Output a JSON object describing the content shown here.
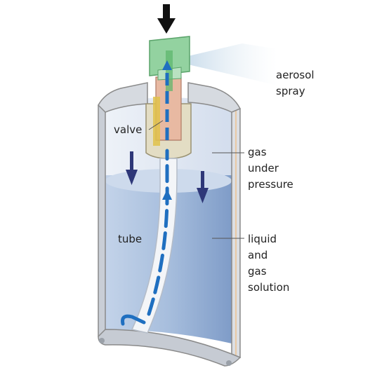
{
  "labels": {
    "aerosol_spray": "aerosol\nspray",
    "valve": "valve",
    "gas_under_pressure": "gas\nunder\npressure",
    "tube": "tube",
    "liquid_solution": "liquid\nand\ngas\nsolution"
  },
  "colors": {
    "can_outline": "#8a8a8a",
    "can_wall": "#d2d6dc",
    "gas_region": "#e6ecf4",
    "liquid_region": "#a8bedd",
    "liquid_surface": "#ccd9ec",
    "valve_body": "#e2dcc2",
    "valve_core": "#e9b9a3",
    "actuator": "#8fd09c",
    "tube": "#f2f4f7",
    "flow_arrow": "#1f6fc0",
    "pressure_arrow": "#2e3778",
    "press_arrow": "#111111",
    "spray": "#d4e3ee",
    "leader_line": "#555555"
  },
  "icons": {
    "press": "arrow-down-icon",
    "pressure": "arrow-down-icon",
    "flow": "arrow-up-icon"
  }
}
